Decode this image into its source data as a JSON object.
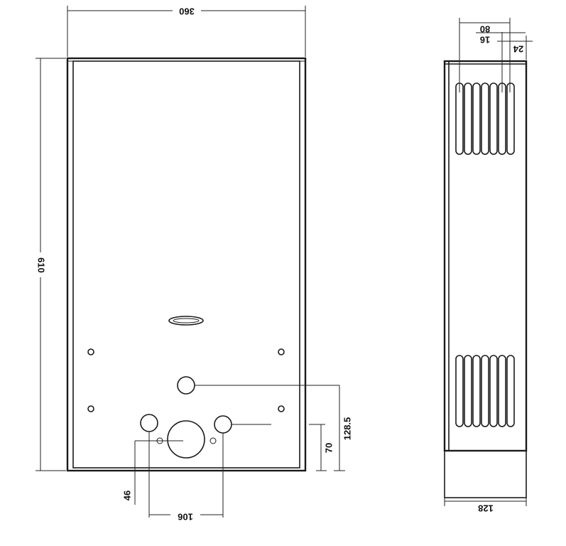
{
  "drawing": {
    "front_view": {
      "width_dim": "360",
      "height_dim": "610",
      "dim_128_5": "128.5",
      "dim_70": "70",
      "dim_46": "46",
      "dim_106": "106"
    },
    "side_view": {
      "dim_80": "80",
      "dim_16": "16",
      "dim_24": "24",
      "depth_dim": "128"
    }
  },
  "colors": {
    "line": "#1a1a1a",
    "background": "#ffffff"
  }
}
